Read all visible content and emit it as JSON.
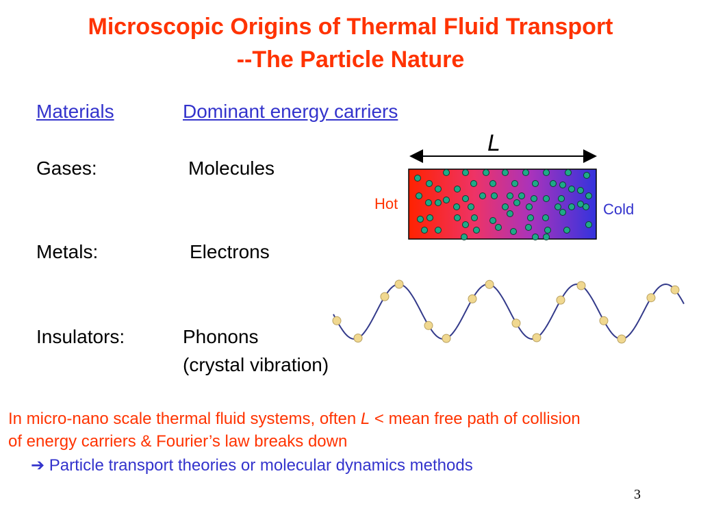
{
  "title": {
    "line1": "Microscopic Origins of Thermal Fluid Transport",
    "line2": "--The Particle Nature"
  },
  "table": {
    "headers": [
      "Materials",
      "Dominant energy carriers"
    ],
    "rows": [
      {
        "material": "Gases:",
        "carrier": "Molecules"
      },
      {
        "material": "Metals:",
        "carrier": "Electrons"
      },
      {
        "material": "Insulators:",
        "carrier": "Phonons",
        "carrier_note": "(crystal vibration)"
      }
    ]
  },
  "diagram": {
    "length_label": "L",
    "hot_label": "Hot",
    "cold_label": "Cold",
    "colors": {
      "hot": "#ff2200",
      "cold": "#3333dd",
      "particle": "#1faa88",
      "phonon": "#f0d890",
      "wave": "#333a8a"
    }
  },
  "note": {
    "line1_before": "In micro-nano scale thermal fluid systems, often ",
    "line1_var": "L",
    "line1_after": " < mean free path of collision",
    "line2": "of energy carriers & Fourier’s law breaks down",
    "arrow": "➔",
    "conclusion": "Particle transport theories or molecular dynamics methods"
  },
  "page_number": "3"
}
